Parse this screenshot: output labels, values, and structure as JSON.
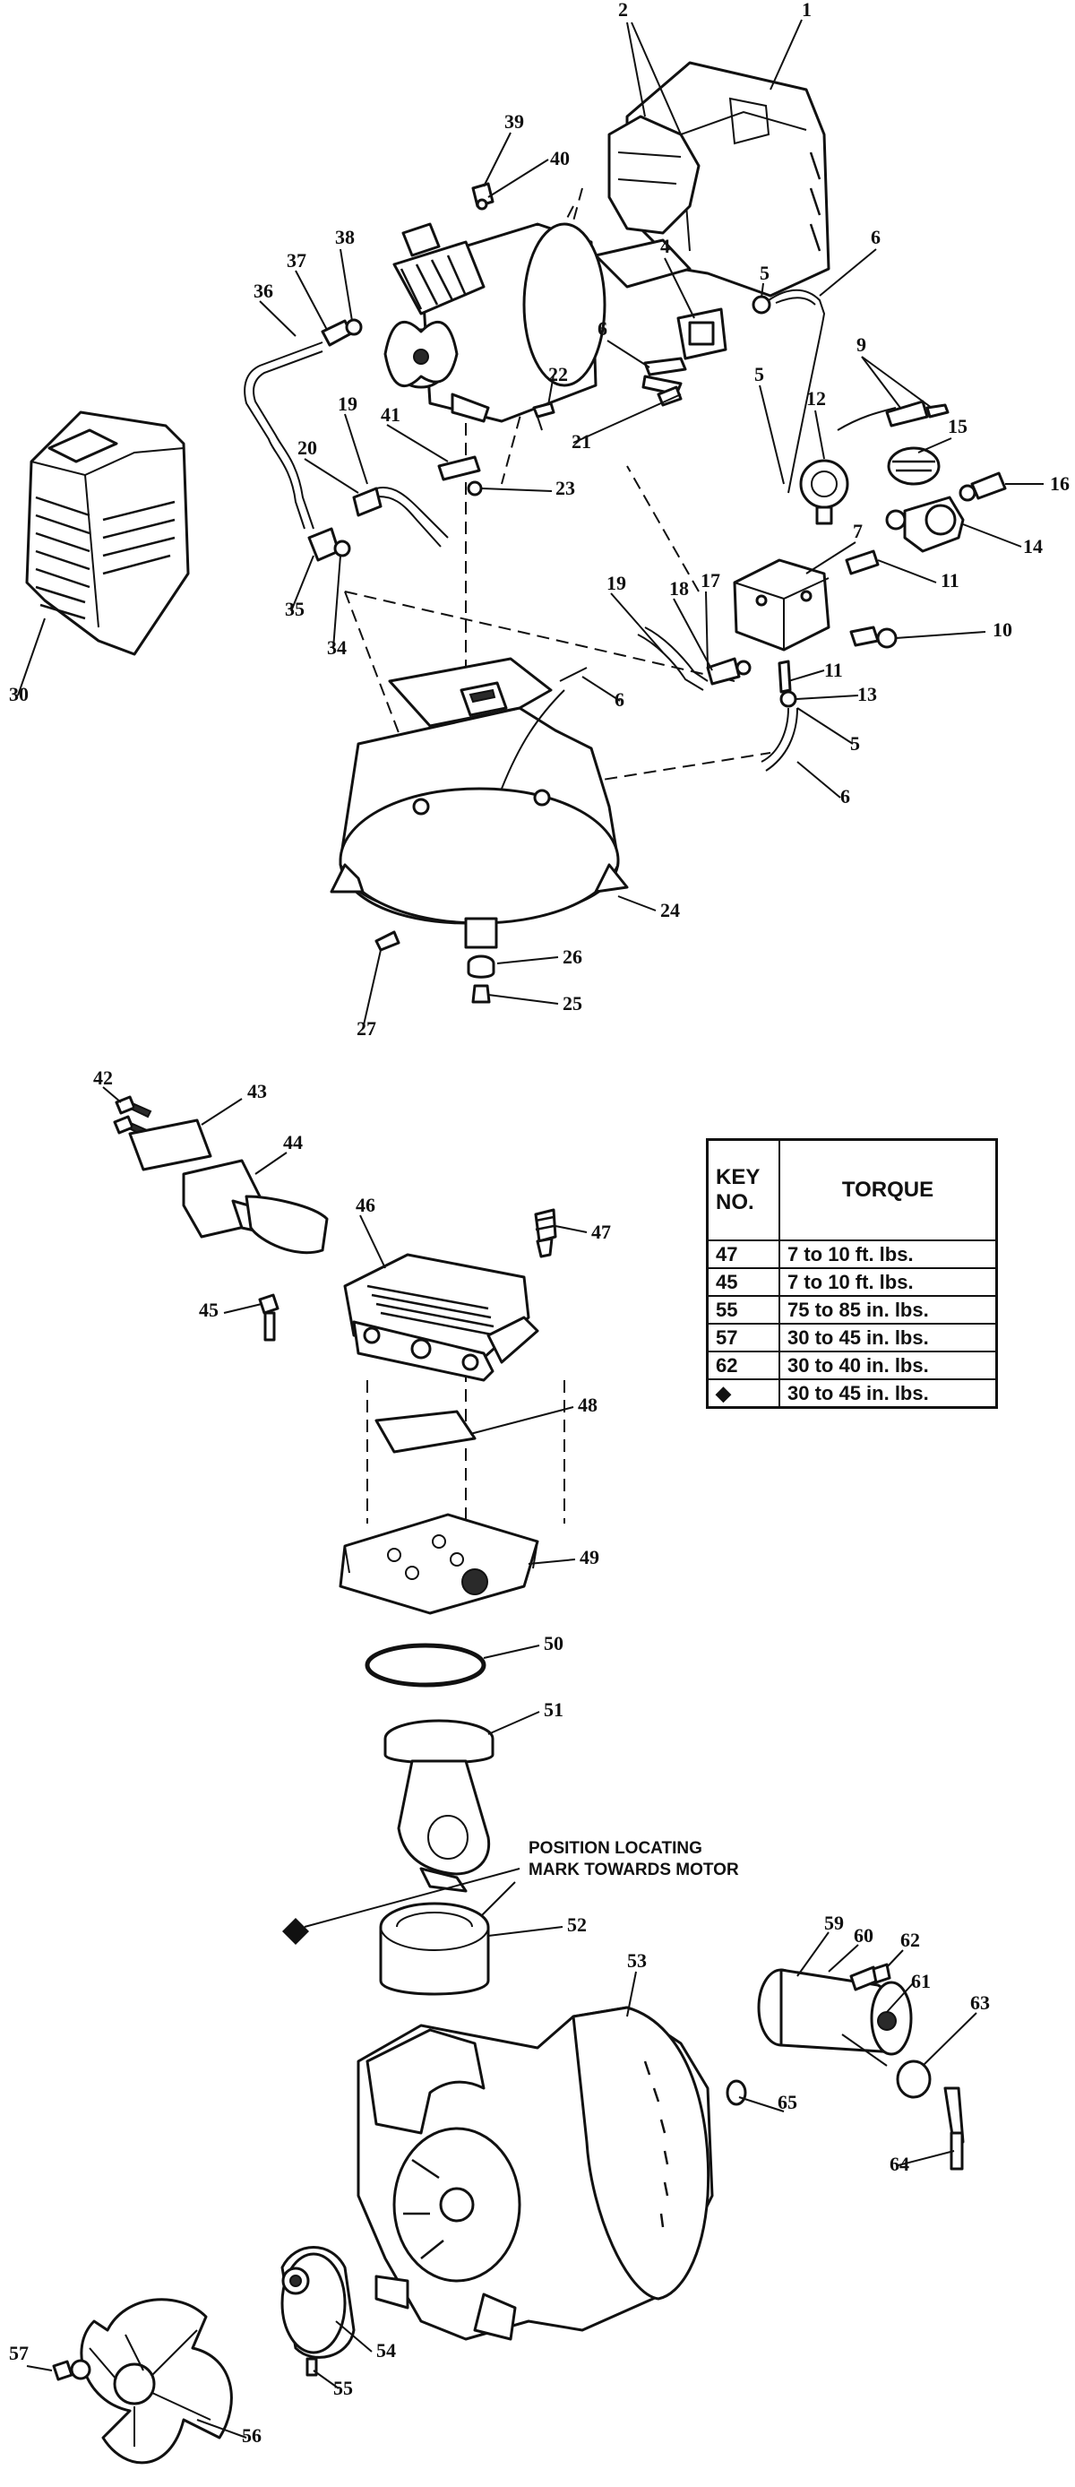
{
  "callouts": [
    "1",
    "2",
    "4",
    "5",
    "6",
    "6",
    "5",
    "9",
    "12",
    "15",
    "16",
    "14",
    "7",
    "11",
    "10",
    "11",
    "13",
    "5",
    "6",
    "17",
    "18",
    "19",
    "39",
    "40",
    "37",
    "38",
    "36",
    "22",
    "21",
    "19",
    "20",
    "41",
    "23",
    "35",
    "34",
    "30",
    "6",
    "24",
    "26",
    "25",
    "27",
    "42",
    "43",
    "44",
    "46",
    "47",
    "45",
    "48",
    "49",
    "50",
    "51",
    "52",
    "53",
    "59",
    "60",
    "62",
    "61",
    "63",
    "64",
    "65",
    "54",
    "55",
    "57",
    "56"
  ],
  "note": {
    "line1": "POSITION LOCATING",
    "line2": "MARK TOWARDS MOTOR"
  },
  "table": {
    "header_key_line1": "KEY",
    "header_key_line2": "NO.",
    "header_torque": "TORQUE",
    "rows": [
      {
        "key": "47",
        "torque": "7 to 10 ft. lbs."
      },
      {
        "key": "45",
        "torque": "7 to 10 ft. lbs."
      },
      {
        "key": "55",
        "torque": "75 to 85  in. lbs."
      },
      {
        "key": "57",
        "torque": "30 to 45 in. lbs."
      },
      {
        "key": "62",
        "torque": "30 to 40 in. lbs."
      },
      {
        "key": "◆",
        "torque": "30 to 45 in. lbs."
      }
    ]
  }
}
